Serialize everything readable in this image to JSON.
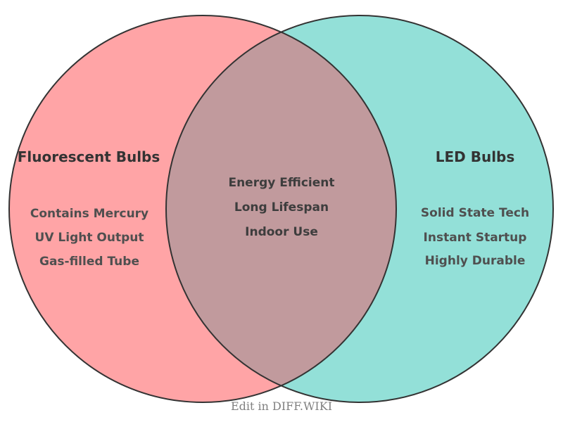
{
  "page": {
    "background": "#FFFFFF"
  },
  "diagram": {
    "type": "venn2",
    "left_set": {
      "title": "Fluorescent Bulbs",
      "fill": "#FFA4A6",
      "items": [
        "Contains Mercury",
        "UV Light Output",
        "Gas-filled Tube"
      ]
    },
    "right_set": {
      "title": "LED Bulbs",
      "fill": "#93E0D8",
      "items": [
        "Solid State Tech",
        "Instant Startup",
        "Highly Durable"
      ]
    },
    "overlap": {
      "fill": "#C19A9D",
      "items": [
        "Energy Efficient",
        "Long Lifespan",
        "Indoor Use"
      ]
    },
    "colors": {
      "outline": "#333333",
      "title_text": "#333333",
      "item_text": "#4F4F4F",
      "overlap_text": "#3D3D3D",
      "footer_text": "#808080"
    }
  },
  "footer": {
    "label": "Edit in DIFF.WIKI"
  }
}
